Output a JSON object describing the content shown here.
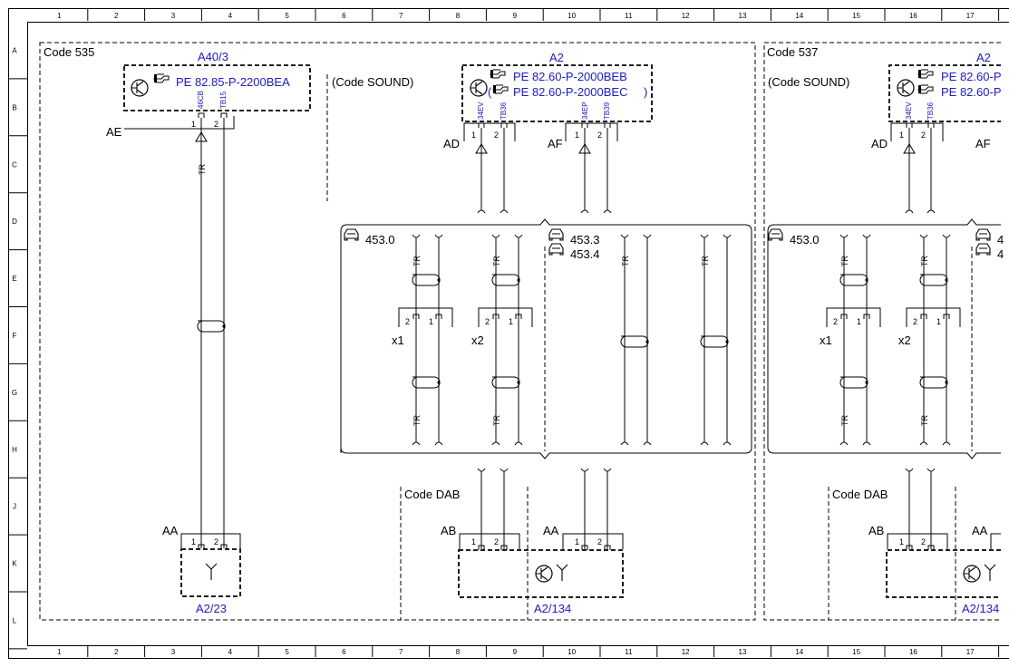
{
  "grid": {
    "columns": [
      "1",
      "2",
      "3",
      "4",
      "5",
      "6",
      "7",
      "8",
      "9",
      "10",
      "11",
      "12",
      "13",
      "14",
      "15",
      "16",
      "17"
    ],
    "rows": [
      "A",
      "B",
      "C",
      "D",
      "E",
      "F",
      "G",
      "H",
      "J",
      "K",
      "L"
    ]
  },
  "colors": {
    "component": "#1a1ad6",
    "wire": "#000000"
  },
  "left_panel": {
    "code": "Code 535",
    "a40": {
      "name": "A40/3",
      "ref": "PE 82.85-P-2200BEA",
      "conn": "AE",
      "pin1": "1",
      "pin2": "2",
      "sig1": "46CB",
      "sig2": "TB15"
    },
    "sound": "(Code SOUND)",
    "a2": {
      "name": "A2",
      "ref1": "PE 82.60-P-2000BEB",
      "ref2": "PE 82.60-P-2000BEC",
      "paren_open": "(",
      "paren_close": ")",
      "conn1": "AD",
      "conn2": "AF",
      "sig1": "34EV",
      "sig2": "TB36",
      "sig3": "34EP",
      "sig4": "TB39"
    },
    "tr": "TR",
    "variant1": "453.0",
    "variant2": "453.3",
    "variant3": "453.4",
    "x1": "x1",
    "x2": "x2",
    "dab": "Code DAB",
    "a2_23": {
      "name": "A2/23",
      "conn": "AA"
    },
    "a2_134": {
      "name": "A2/134",
      "conn1": "AB",
      "conn2": "AA"
    }
  },
  "right_panel": {
    "code": "Code 537",
    "sound": "(Code SOUND)",
    "a2": {
      "name": "A2",
      "ref1": "PE 82.60-P",
      "ref2": "PE 82.60-P",
      "conn1": "AD",
      "conn2": "AF",
      "sig1": "34EV",
      "sig2": "TB36"
    },
    "variant1": "453.0",
    "variant2": "4",
    "variant3": "4",
    "x1": "x1",
    "x2": "x2",
    "dab": "Code DAB",
    "a2_134": {
      "name": "A2/134",
      "conn1": "AB",
      "conn2": "AA"
    }
  }
}
